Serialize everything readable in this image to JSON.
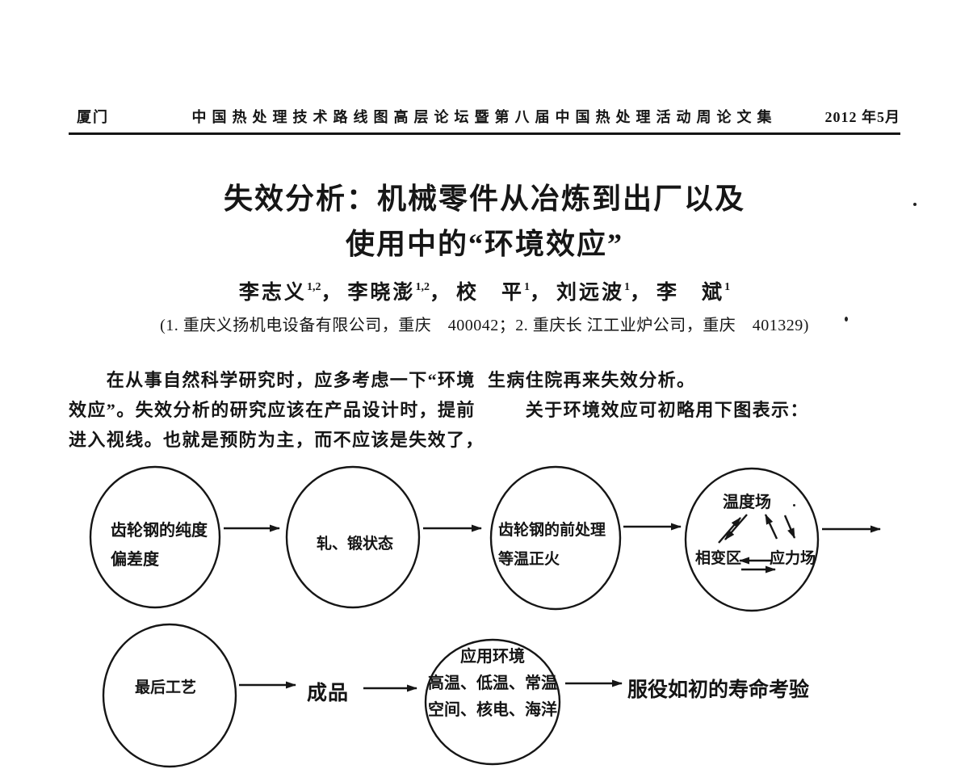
{
  "header": {
    "location": "厦门",
    "proceedings_title": "中国热处理技术路线图高层论坛暨第八届中国热处理活动周论文集",
    "date": "2012 年5月"
  },
  "article": {
    "title_line1": "失效分析：机械零件从冶炼到出厂以及",
    "title_line2": "使用中的“环境效应”",
    "authors": {
      "separator": "，",
      "list": [
        {
          "name": "李志义",
          "sup": "1,2"
        },
        {
          "name": "李晓澎",
          "sup": "1,2"
        },
        {
          "name": "校　平",
          "sup": "1"
        },
        {
          "name": "刘远波",
          "sup": "1"
        },
        {
          "name": "李　斌",
          "sup": "1"
        }
      ]
    },
    "affiliation": "(1. 重庆义扬机电设备有限公司，重庆　400042；2. 重庆长 江工业炉公司，重庆　401329)",
    "body_left": "　　在从事自然科学研究时，应多考虑一下“环境\n效应”。失效分析的研究应该在产品设计时，提前\n进入视线。也就是预防为主，而不应该是失效了，",
    "body_right": "生病住院再来失效分析。\n　　关于环境效应可初略用下图表示："
  },
  "diagram": {
    "node_steel_purity": "齿轮钢的纯度\n偏差度",
    "node_rolled_forged": "轧、锻状态",
    "node_pretreatment": "齿轮钢的前处理\n等温正火",
    "node_fields": {
      "top": "温度场",
      "bottom_left": "相变区",
      "bottom_right": "应力场"
    },
    "node_final_process": "最后工艺",
    "node_application_env": "应用环境\n高温、低温、常温\n空间、核电、海洋",
    "product_label": "成品",
    "outcome_label": "服役如初的寿命考验"
  }
}
